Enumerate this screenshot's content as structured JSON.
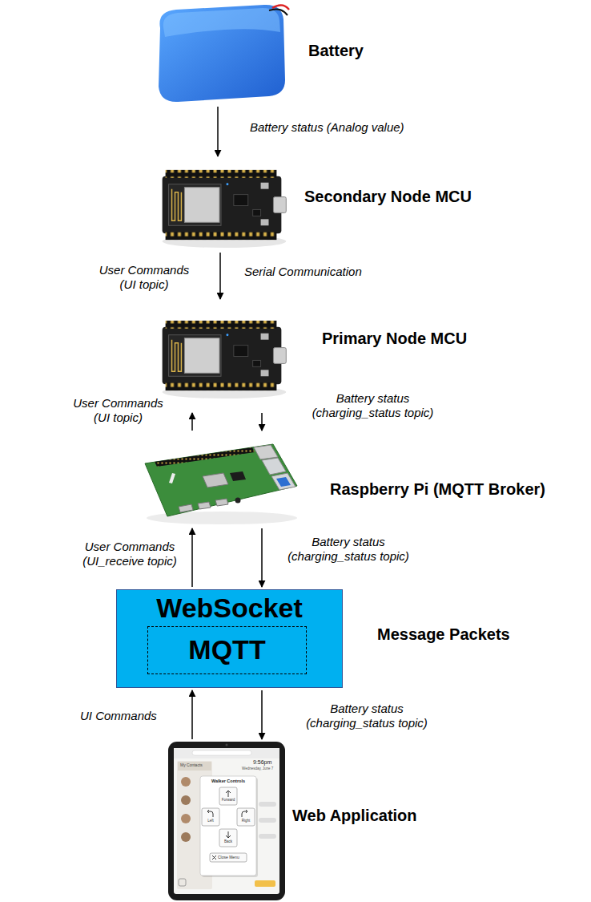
{
  "diagram": {
    "nodes": [
      {
        "text": [
          "Battery"
        ]
      },
      {
        "text": [
          "Secondary Node MCU"
        ]
      },
      {
        "text": [
          "Primary Node MCU"
        ]
      },
      {
        "text": [
          "Raspberry Pi (MQTT Broker)"
        ]
      },
      {
        "text": [
          "WebSocket",
          "Message Packets"
        ]
      },
      {
        "text": [
          "MQTT"
        ],
        "in": 4
      },
      {
        "text": [
          "Web Application"
        ]
      }
    ],
    "edges": [
      {
        "from": 0,
        "to": 1,
        "arrow": "to",
        "label": "Battery status (Analog value)"
      },
      {
        "from": 1,
        "to": 2,
        "arrow": "to",
        "label": "Serial Communication"
      },
      {
        "from": 3,
        "to": 2,
        "arrow": "to",
        "label": "User Commands (UI topic)"
      },
      {
        "from": 2,
        "to": 3,
        "arrow": "to",
        "label": "Battery status (charging_status topic)"
      },
      {
        "from": 4,
        "to": 3,
        "arrow": "to",
        "label": "User Commands (UI_receive topic)"
      },
      {
        "from": 3,
        "to": 4,
        "arrow": "to",
        "label": "Battery status (charging_status topic)"
      },
      {
        "from": 6,
        "to": 4,
        "arrow": "to",
        "label": "UI Commands"
      },
      {
        "from": 4,
        "to": 6,
        "arrow": "to",
        "label": "Battery status (charging_status topic)"
      }
    ],
    "labels": [
      "User Commands (UI topic)",
      "My Contacts",
      "9:56pm",
      "Wednesday, June 7",
      "Walker Controls",
      "Forward",
      "Left",
      "Right",
      "Back",
      "Close Menu"
    ]
  }
}
